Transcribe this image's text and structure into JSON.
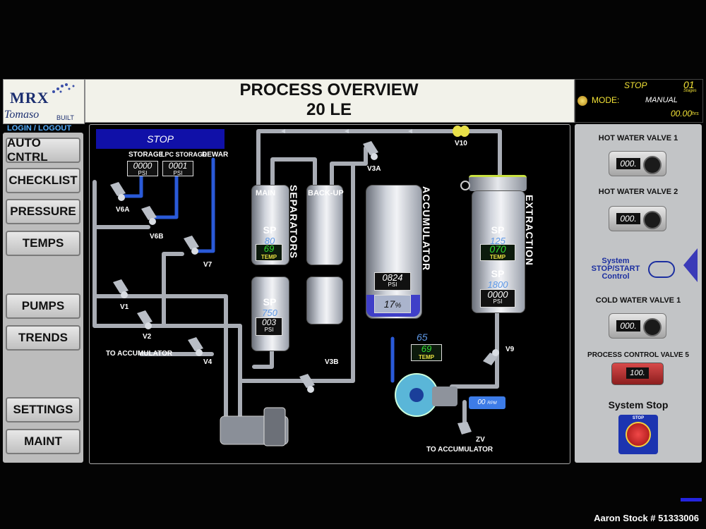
{
  "header": {
    "logo_text": "MRX",
    "logo_subtext": "Tomaso",
    "logo_built": "BUILT",
    "login_label": "LOGIN / LOGOUT",
    "title_line1": "PROCESS OVERVIEW",
    "title_line2": "20 LE"
  },
  "status": {
    "state": "STOP",
    "cycle": "01",
    "cycle_unit": "Stages",
    "mode_label": "MODE:",
    "mode_value": "MANUAL",
    "time": "00.00",
    "time_unit": "hrs"
  },
  "nav": {
    "items": [
      "AUTO CNTRL",
      "CHECKLIST",
      "PRESSURE",
      "TEMPS",
      "PUMPS",
      "TRENDS",
      "SETTINGS",
      "MAINT"
    ]
  },
  "process": {
    "banner": "STOP",
    "storage_label": "STORAGE",
    "storage_value": "0000",
    "lpc_label": "LPC STORAGE",
    "lpc_value": "0001",
    "dewar_label": "DEWAR",
    "unit_psi": "PSI",
    "unit_temp": "TEMP",
    "valves": {
      "v6a": "V6A",
      "v6b": "V6B",
      "v7": "V7",
      "v1": "V1",
      "v2": "V2",
      "v4": "V4",
      "v3a": "V3A",
      "v3b": "V3B",
      "v10": "V10",
      "v9": "V9",
      "zv": "ZV"
    },
    "to_accumulator_left": "TO ACCUMULATOR",
    "to_accumulator_bottom": "TO ACCUMULATOR",
    "separators": {
      "title": "SEPARATORS",
      "main_label": "MAIN",
      "backup_label": "BACK-UP",
      "sp_label": "SP",
      "main_temp_sp": "80",
      "main_temp": "69",
      "pressure_sp": "750",
      "pressure": "003"
    },
    "accumulator": {
      "title": "ACCUMULATOR",
      "pressure": "0824",
      "level": "17",
      "level_unit": "%",
      "temp_sp": "65",
      "temp": "69"
    },
    "extraction": {
      "title": "EXTRACTION",
      "sp_label": "SP",
      "temp_sp": "125",
      "temp": "070",
      "pressure_sp": "1800",
      "pressure": "0000"
    },
    "pump_value": "00",
    "pump_unit": "RPM"
  },
  "right_panel": {
    "hot_water_valve_1_label": "HOT WATER VALVE 1",
    "hot_water_valve_1_value": "000.",
    "hot_water_valve_2_label": "HOT WATER VALVE 2",
    "hot_water_valve_2_value": "000.",
    "system_control_line1": "System",
    "system_control_line2": "STOP/START",
    "system_control_line3": "Control",
    "cold_water_valve_1_label": "COLD WATER VALVE 1",
    "cold_water_valve_1_value": "000.",
    "process_control_valve_5_label": "PROCESS CONTROL VALVE 5",
    "process_control_valve_5_value": "100.",
    "system_stop_label": "System Stop",
    "estop_text": "STOP"
  },
  "watermark": "Aaron Stock # 51333006",
  "colors": {
    "header_bg": "#f2f2ea",
    "stop_banner": "#1010a8",
    "temp_green": "#34e034",
    "status_yellow": "#f2e236",
    "nav_button": "#d0d0d0",
    "right_panel": "#c2c4c6"
  }
}
